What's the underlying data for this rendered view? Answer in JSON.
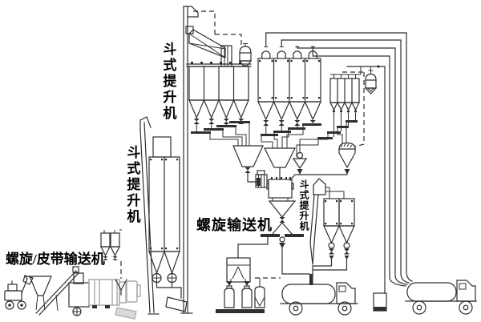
{
  "diagram": {
    "type": "process-flow-schematic",
    "labels": {
      "elevator_left": "斗式提升机",
      "elevator_mid": "斗式提升机",
      "elevator_right": "斗式提升机",
      "screw_belt_conveyor": "螺旋/皮带输送机",
      "screw_conveyor": "螺旋输送机"
    },
    "colors": {
      "line": "#2f2f2f",
      "equipment_gray": "#a8a8a8",
      "background": "#ffffff"
    }
  }
}
